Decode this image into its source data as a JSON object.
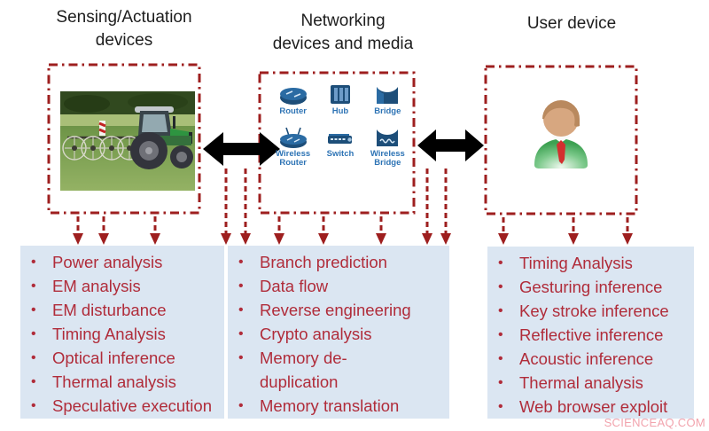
{
  "headers": {
    "col1": "Sensing/Actuation\ndevices",
    "col2": "Networking\ndevices and media",
    "col3": "User device"
  },
  "network_icons": [
    {
      "label": "Router"
    },
    {
      "label": "Hub"
    },
    {
      "label": "Bridge"
    },
    {
      "label": "Wireless\nRouter"
    },
    {
      "label": "Switch"
    },
    {
      "label": "Wireless\nBridge"
    }
  ],
  "bullet": "•",
  "lists": [
    {
      "items": [
        "Power analysis",
        "EM analysis",
        "EM disturbance",
        "Timing Analysis",
        "Optical inference",
        "Thermal analysis",
        "Speculative execution"
      ]
    },
    {
      "items": [
        "Branch prediction",
        "Data flow",
        "Reverse engineering",
        "Crypto analysis",
        "Memory de-\nduplication",
        "Memory translation"
      ]
    },
    {
      "items": [
        "Timing Analysis",
        "Gesturing inference",
        "Key stroke inference",
        "Reflective inference",
        "Acoustic inference",
        "Thermal analysis",
        "Web browser exploit"
      ]
    }
  ],
  "watermark": "SCIENCEAQ.COM",
  "colors": {
    "list_background": "#dbe6f2",
    "list_text_red": "#b02c3a",
    "dashed_border_red": "#9e1f1f",
    "network_icon_blue": "#1d4e79",
    "network_label_blue": "#2e74b5",
    "arrow_black": "#000000"
  }
}
